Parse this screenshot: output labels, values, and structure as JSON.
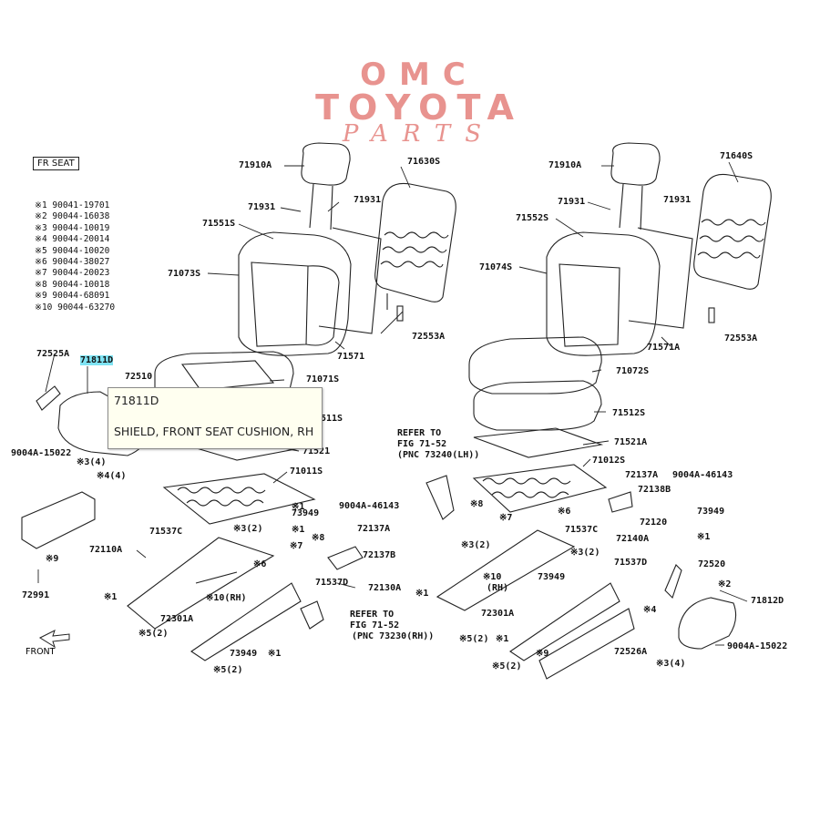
{
  "logo": {
    "line1": "OMC",
    "line2": "TOYOTA",
    "line3": "PARTS",
    "color": "#e8938f"
  },
  "seat_tag": "FR SEAT",
  "codes": [
    "※1  90041-19701",
    "※2  90044-16038",
    "※3  90044-10019",
    "※4  90044-20014",
    "※5  90044-10020",
    "※6  90044-38027",
    "※7  90044-20023",
    "※8  90044-10018",
    "※9  90044-68091",
    "※10 90044-63270"
  ],
  "labels": {
    "p71910A_l": "71910A",
    "p71931_l1": "71931",
    "p71931_l2": "71931",
    "p71551S": "71551S",
    "p71630S": "71630S",
    "p71073S": "71073S",
    "p72553A_l": "72553A",
    "p71571": "71571",
    "p72525A": "72525A",
    "p71811D": "71811D",
    "p72510": "72510",
    "p71071S": "71071S",
    "p_511S": "511S",
    "p71521": "71521",
    "p71011S": "71011S",
    "p9004A_15022_l": "9004A-15022",
    "p3_4": "※3(4)",
    "p4_4": "※4(4)",
    "p72991": "72991",
    "p9_l": "※9",
    "p73949_a": "73949",
    "p71537C_l": "71537C",
    "p72110A": "72110A",
    "p1_a": "※1",
    "p3_2a": "※3(2)",
    "p1_b": "※1",
    "p8_a": "※8",
    "p7_a": "※7",
    "p6_a": "※6",
    "p72137A_l": "72137A",
    "p72137B": "72137B",
    "p9004A_46143_l": "9004A-46143",
    "p10_rh": "※10(RH)",
    "p71537D_l": "71537D",
    "p72130A": "72130A",
    "p1_c": "※1",
    "p72301A": "72301A",
    "p5_2a": "※5(2)",
    "p73949_b": "73949",
    "p1_d": "※1",
    "p5b_2": "※5(2)",
    "refer1_1": "REFER TO",
    "refer1_2": "FIG 71-52",
    "refer1_3": "(PNC 73230(RH))",
    "refer2_1": "REFER TO",
    "refer2_2": "FIG 71-52",
    "refer2_3": "(PNC 73240(LH))",
    "front": "FRONT",
    "p71910A_r": "71910A",
    "p71640S": "71640S",
    "p71931_r1": "71931",
    "p71931_r2": "71931",
    "p71552S": "71552S",
    "p71074S": "71074S",
    "p71571A": "71571A",
    "p72553A_r": "72553A",
    "p71072S": "71072S",
    "p71512S": "71512S",
    "p71521A": "71521A",
    "p71012S": "71012S",
    "p9004A_46143_r": "9004A-46143",
    "p72137A_r": "72137A",
    "p72138B": "72138B",
    "p8_b": "※8",
    "p7_b": "※7",
    "p6_b": "※6",
    "p73949_c": "73949",
    "p71537C_r": "71537C",
    "p72140A": "72140A",
    "p72120": "72120",
    "p1_e": "※1",
    "p3_2b": "※3(2)",
    "p3_2c": "※3(2)",
    "p71537D_r": "71537D",
    "p72520": "72520",
    "p10_rh2": "※10",
    "p_rh2": "(RH)",
    "p73949_d": "73949",
    "p1_f": "※1",
    "p72301A_r": "72301A",
    "p5_2b": "※5(2)",
    "p1_g": "※1",
    "p9_r": "※9",
    "p2_r": "※2",
    "p71812D": "71812D",
    "p4_r": "※4",
    "p72526A": "72526A",
    "p3_4r": "※3(4)",
    "p9004A_15022_r": "9004A-15022",
    "p5_2c": "※5(2)"
  },
  "tooltip": {
    "part_no": "71811D",
    "description": "SHIELD, FRONT SEAT CUSHION, RH"
  },
  "colors": {
    "highlight": "#7fe3f3",
    "tooltip_bg": "#fffff0"
  }
}
